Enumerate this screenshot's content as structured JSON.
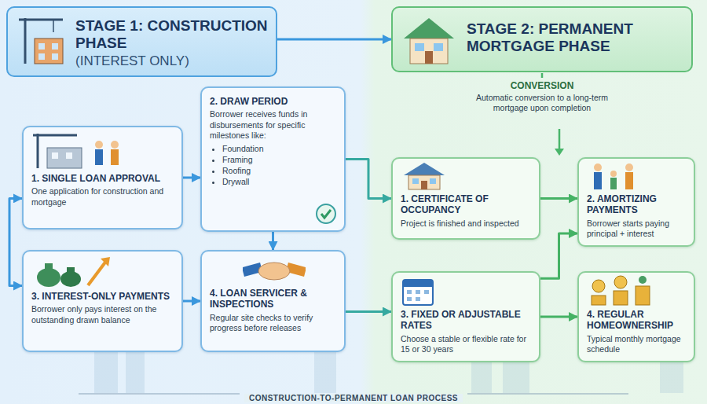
{
  "diagram": {
    "caption": "CONSTRUCTION-TO-PERMANENT LOAN PROCESS",
    "nodes": [
      {
        "text": [
          "STAGE 1: CONSTRUCTION PHASE",
          "(INTEREST ONLY)"
        ]
      },
      {
        "text": [
          "STAGE 2: PERMANENT MORTGAGE PHASE"
        ]
      },
      {
        "text": [
          "1. SINGLE LOAN APPROVAL",
          "One application for construction and mortgage"
        ]
      },
      {
        "text": [
          "2. DRAW PERIOD",
          "Borrower receives funds in disbursements for specific milestones like:",
          "Foundation",
          "Framing",
          "Roofing",
          "Drywall"
        ]
      },
      {
        "text": [
          "3. INTEREST-ONLY PAYMENTS",
          "Borrower only pays interest on the outstanding drawn balance"
        ]
      },
      {
        "text": [
          "4. LOAN SERVICER & INSPECTIONS",
          "Regular site checks to verify progress before releases"
        ]
      },
      {
        "text": [
          "1. CERTIFICATE OF OCCUPANCY",
          "Project is finished and inspected"
        ]
      },
      {
        "text": [
          "2. AMORTIZING PAYMENTS",
          "Borrower starts paying principal + interest"
        ]
      },
      {
        "text": [
          "3. FIXED OR ADJUSTABLE RATES",
          "Choose a stable or flexible rate for 15 or 30 years"
        ]
      },
      {
        "text": [
          "4. REGULAR HOMEOWNERSHIP",
          "Typical monthly mortgage schedule"
        ]
      }
    ],
    "edges": [
      {
        "from": 0,
        "to": 1,
        "arrow": "to"
      },
      {
        "from": 2,
        "to": 3,
        "arrow": "to"
      },
      {
        "from": 3,
        "to": 5,
        "arrow": "to"
      },
      {
        "from": 2,
        "to": 4,
        "arrow": "both"
      },
      {
        "from": 4,
        "to": 5,
        "arrow": "to"
      },
      {
        "from": 3,
        "to": 6,
        "arrow": "to"
      },
      {
        "from": 5,
        "to": 8,
        "arrow": "to"
      },
      {
        "from": 6,
        "to": 7,
        "arrow": "to"
      },
      {
        "from": 8,
        "to": 9,
        "arrow": "to"
      },
      {
        "from": 8,
        "to": 7,
        "arrow": "to"
      }
    ],
    "labels": [
      "CONVERSION",
      "Automatic conversion to a long-term mortgage upon completion"
    ]
  }
}
